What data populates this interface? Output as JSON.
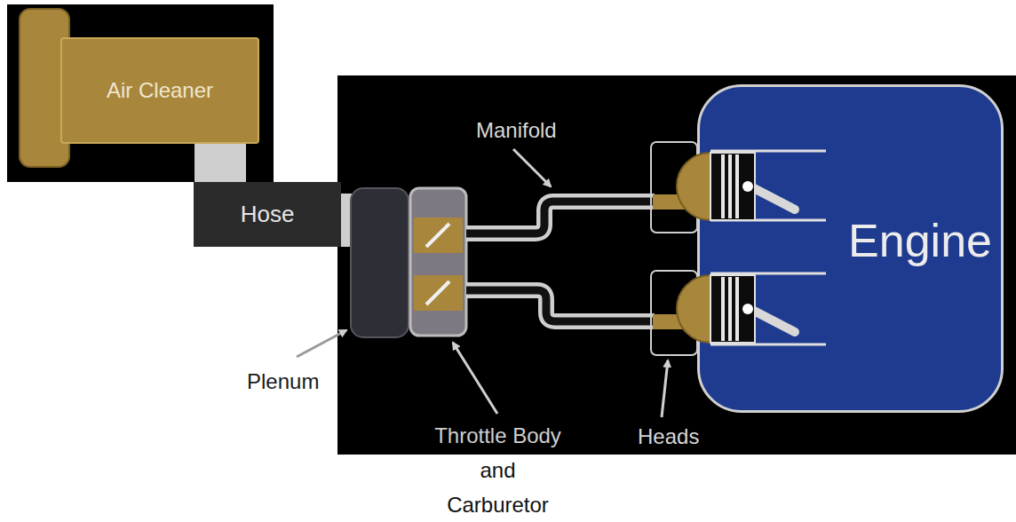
{
  "diagram": {
    "nodes": [
      {
        "text": [
          "Air Cleaner"
        ]
      },
      {
        "text": [
          "Hose"
        ]
      },
      {
        "text": [
          "Engine"
        ]
      }
    ],
    "edges": [
      {
        "from": 0,
        "to": 1,
        "arrow": "none"
      }
    ],
    "labels": [
      "Manifold",
      "Plenum",
      "Throttle Body and Carburetor",
      "Heads"
    ]
  }
}
